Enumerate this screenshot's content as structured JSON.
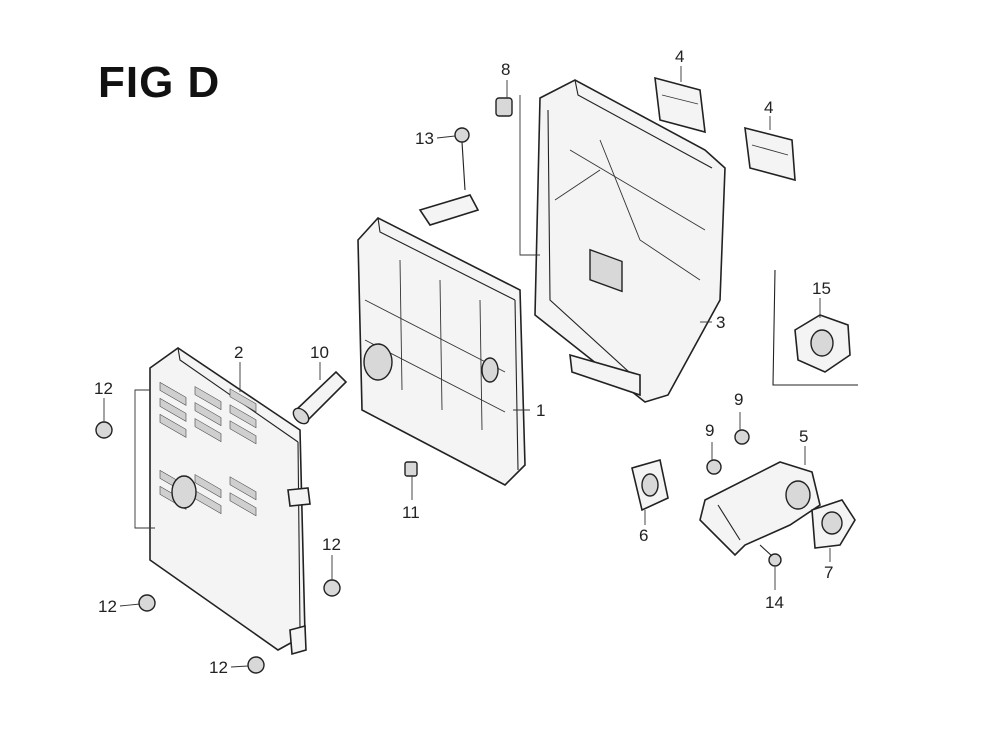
{
  "figure": {
    "title": "FIG D"
  },
  "callouts": [
    {
      "id": "c1",
      "label": "1"
    },
    {
      "id": "c2",
      "label": "2"
    },
    {
      "id": "c3",
      "label": "3"
    },
    {
      "id": "c4a",
      "label": "4"
    },
    {
      "id": "c4b",
      "label": "4"
    },
    {
      "id": "c5",
      "label": "5"
    },
    {
      "id": "c6",
      "label": "6"
    },
    {
      "id": "c7",
      "label": "7"
    },
    {
      "id": "c8",
      "label": "8"
    },
    {
      "id": "c9a",
      "label": "9"
    },
    {
      "id": "c9b",
      "label": "9"
    },
    {
      "id": "c10",
      "label": "10"
    },
    {
      "id": "c11",
      "label": "11"
    },
    {
      "id": "c12a",
      "label": "12"
    },
    {
      "id": "c12b",
      "label": "12"
    },
    {
      "id": "c12c",
      "label": "12"
    },
    {
      "id": "c12d",
      "label": "12"
    },
    {
      "id": "c13",
      "label": "13"
    },
    {
      "id": "c14",
      "label": "14"
    },
    {
      "id": "c15",
      "label": "15"
    }
  ]
}
